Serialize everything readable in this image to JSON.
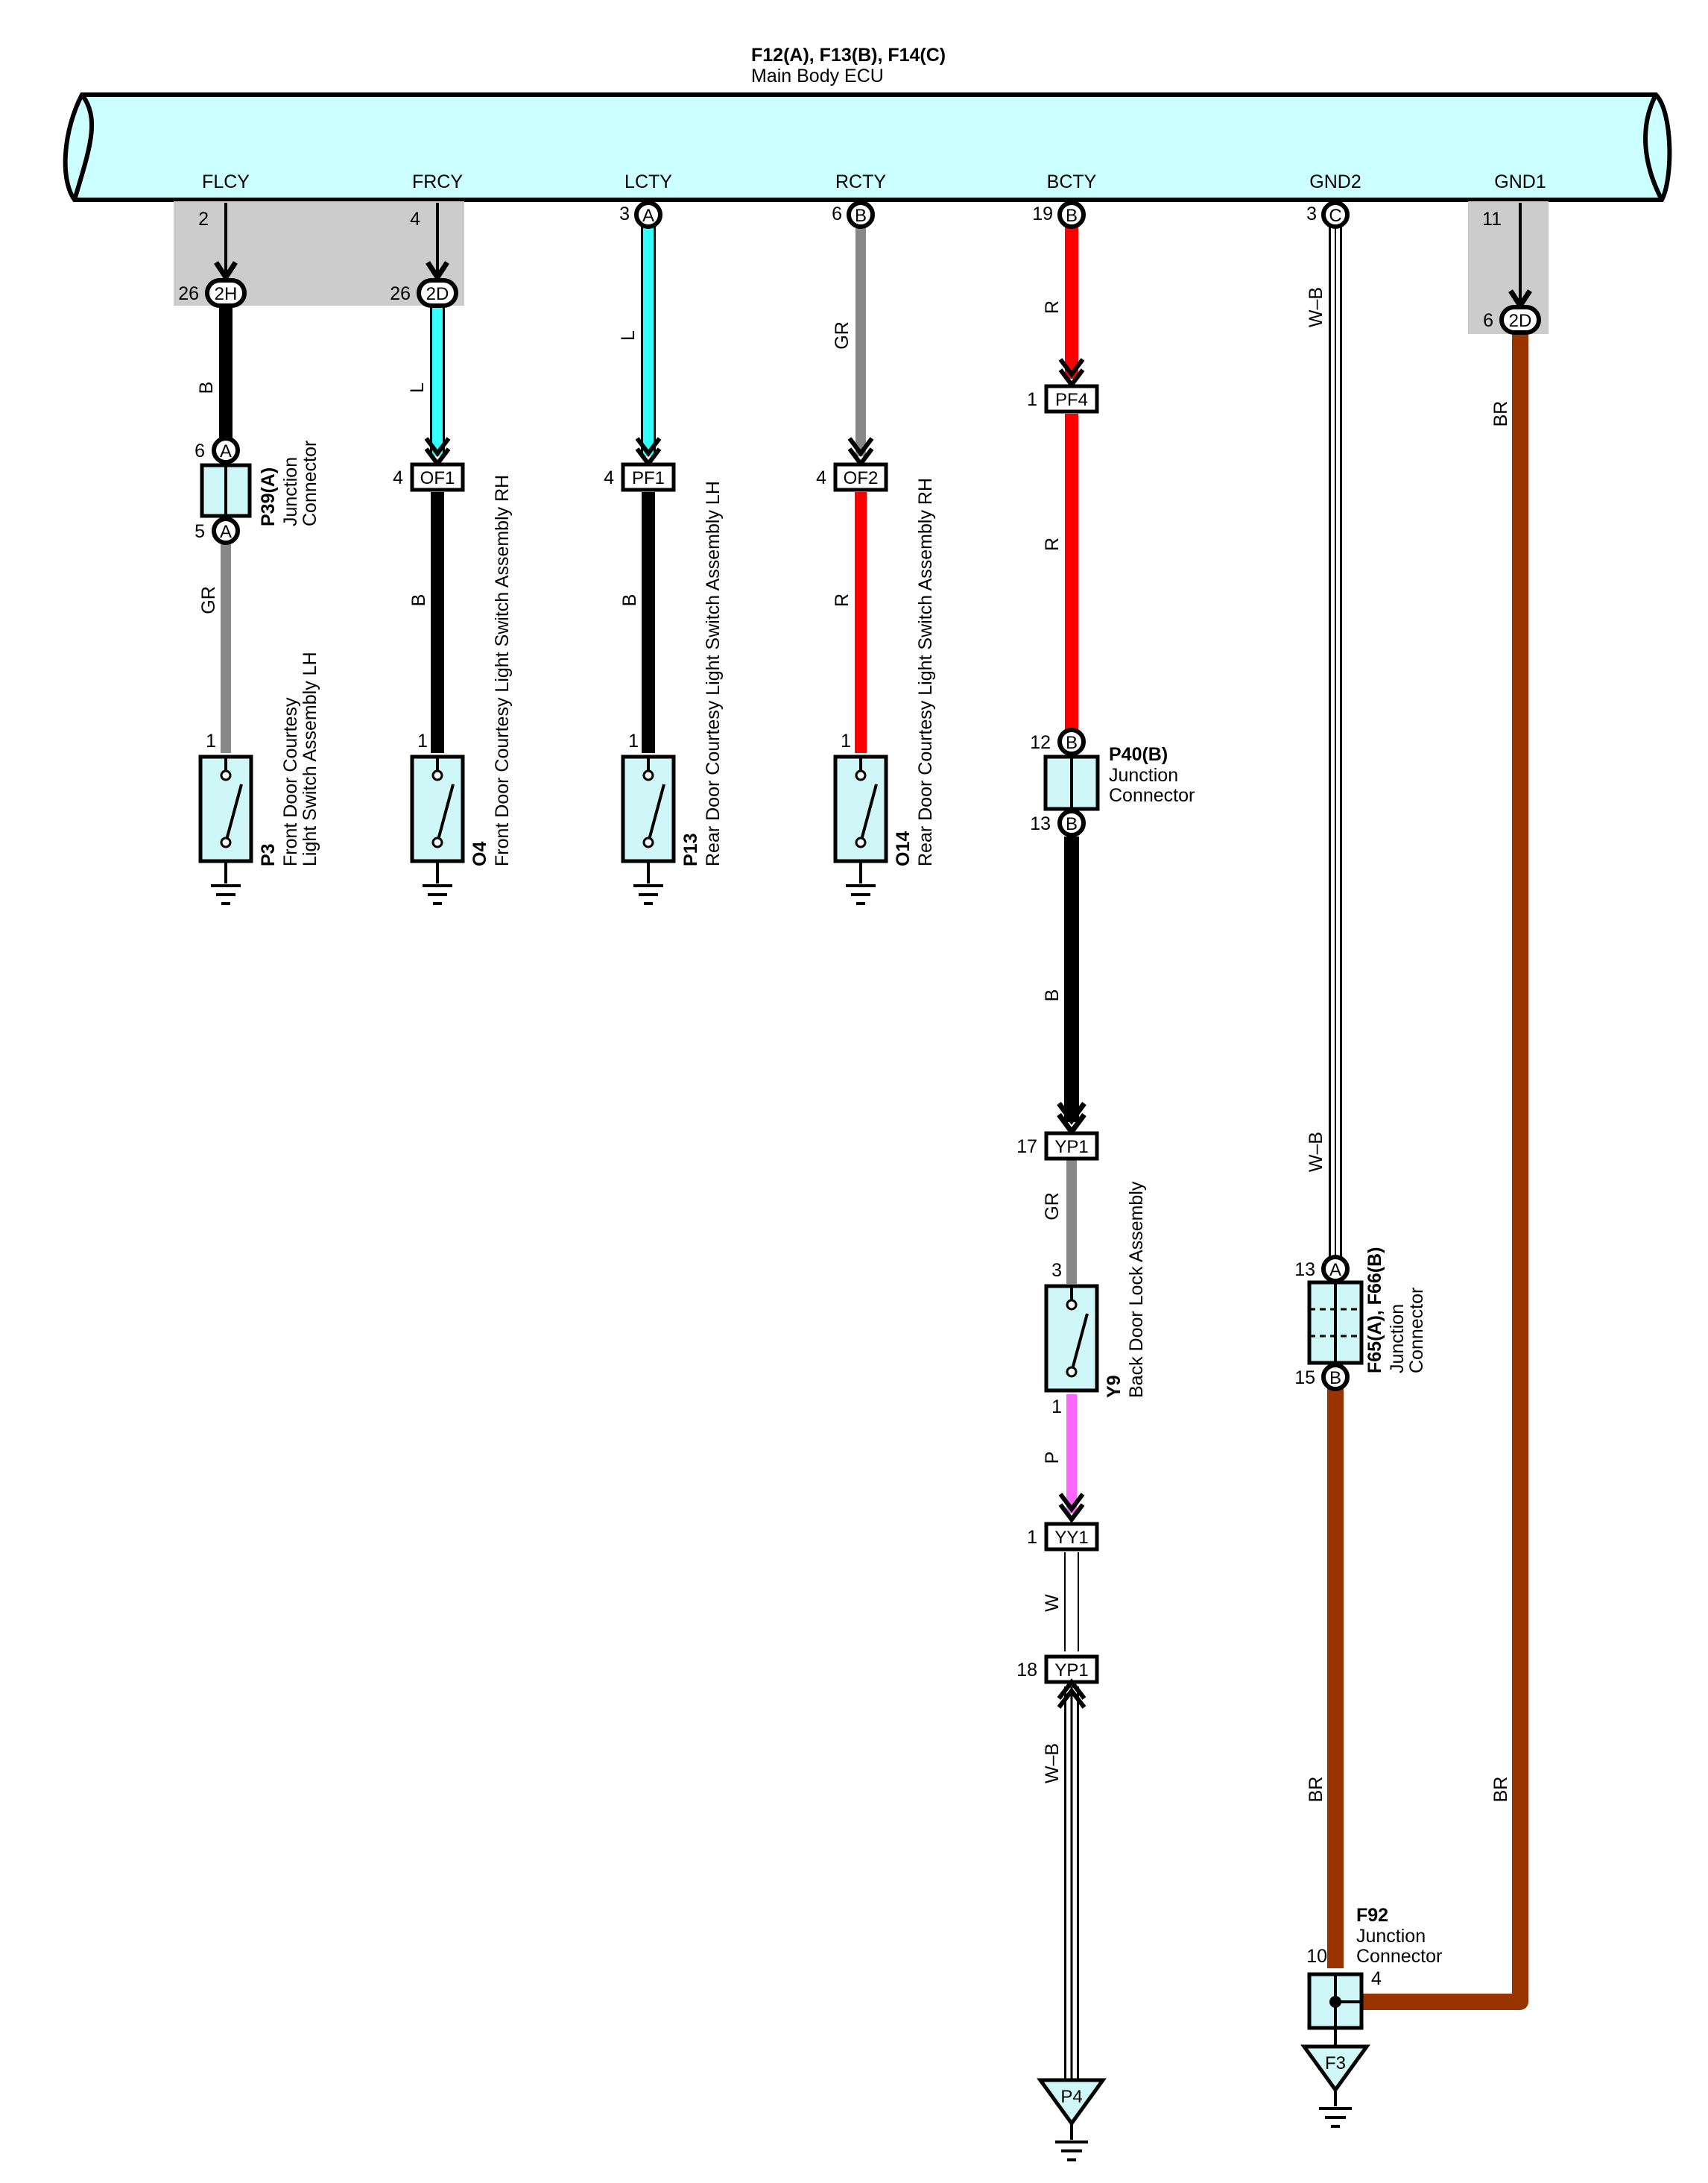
{
  "ecu": {
    "title": "F12(A), F13(B), F14(C)",
    "name": "Main Body ECU",
    "terminals": [
      {
        "name": "FLCY",
        "pin": "2"
      },
      {
        "name": "FRCY",
        "pin": "4"
      },
      {
        "name": "LCTY",
        "pin": "3",
        "conn": "A"
      },
      {
        "name": "RCTY",
        "pin": "6",
        "conn": "B"
      },
      {
        "name": "BCTY",
        "pin": "19",
        "conn": "B"
      },
      {
        "name": "GND2",
        "pin": "3",
        "conn": "C"
      },
      {
        "name": "GND1",
        "pin": "11"
      }
    ]
  },
  "colors": {
    "B": "#000000",
    "L": "#33ffff",
    "GR": "#888888",
    "R": "#ff0000",
    "P": "#ff66ff",
    "W": "#ffffff",
    "BR": "#993300",
    "ecu_fill": "#ccffff",
    "shade": "#cccccc"
  },
  "junction_blocks": {
    "flcy": {
      "pin": "26",
      "id": "2H"
    },
    "frcy": {
      "pin": "26",
      "id": "2D"
    },
    "gnd1": {
      "pin": "6",
      "id": "2D"
    }
  },
  "wires": {
    "flcy_upper": "B",
    "flcy_lower": "GR",
    "frcy_upper": "L",
    "frcy_lower": "B",
    "lcty_upper": "L",
    "lcty_lower": "B",
    "rcty_upper": "GR",
    "rcty_lower": "R",
    "bcty_1": "R",
    "bcty_2": "R",
    "bcty_3": "B",
    "bcty_4": "GR",
    "bcty_5": "P",
    "bcty_6": "W",
    "bcty_7": "W–B",
    "gnd2_upper": "W–B",
    "gnd2_upper2": "W–B",
    "gnd2_lower": "BR",
    "gnd1_upper": "BR",
    "gnd1_lower": "BR"
  },
  "connectors": {
    "p39": {
      "code": "P39(A)",
      "name_1": "Junction",
      "name_2": "Connector",
      "pin_top": "6",
      "pin_bottom": "5",
      "conn": "A"
    },
    "of1": {
      "code": "OF1",
      "pin": "4"
    },
    "pf1": {
      "code": "PF1",
      "pin": "4"
    },
    "of2": {
      "code": "OF2",
      "pin": "4"
    },
    "pf4": {
      "code": "PF4",
      "pin": "1"
    },
    "p40": {
      "code": "P40(B)",
      "name_1": "Junction",
      "name_2": "Connector",
      "pin_top": "12",
      "pin_bottom": "13",
      "conn": "B"
    },
    "yp1a": {
      "code": "YP1",
      "pin": "17"
    },
    "yy1": {
      "code": "YY1",
      "pin": "1"
    },
    "yp1b": {
      "code": "YP1",
      "pin": "18"
    },
    "f65": {
      "code": "F65(A), F66(B)",
      "name_1": "Junction",
      "name_2": "Connector",
      "pin_top": "13",
      "conn_top": "A",
      "pin_bottom": "15",
      "conn_bottom": "B"
    },
    "f92": {
      "code": "F92",
      "name_1": "Junction",
      "name_2": "Connector",
      "pin_left": "10",
      "pin_right": "4"
    }
  },
  "switches": {
    "p3": {
      "code": "P3",
      "name_1": "Front Door Courtesy",
      "name_2": "Light Switch Assembly LH",
      "pin": "1"
    },
    "o4": {
      "code": "O4",
      "name": "Front Door Courtesy Light Switch Assembly RH",
      "pin": "1"
    },
    "p13": {
      "code": "P13",
      "name": "Rear Door Courtesy Light Switch Assembly LH",
      "pin": "1"
    },
    "o14": {
      "code": "O14",
      "name": "Rear Door Courtesy Light Switch Assembly RH",
      "pin": "1"
    },
    "y9": {
      "code": "Y9",
      "name": "Back Door Lock Assembly",
      "pin_top": "3",
      "pin_bottom": "1"
    }
  },
  "grounds": {
    "p4": "P4",
    "f3": "F3"
  }
}
